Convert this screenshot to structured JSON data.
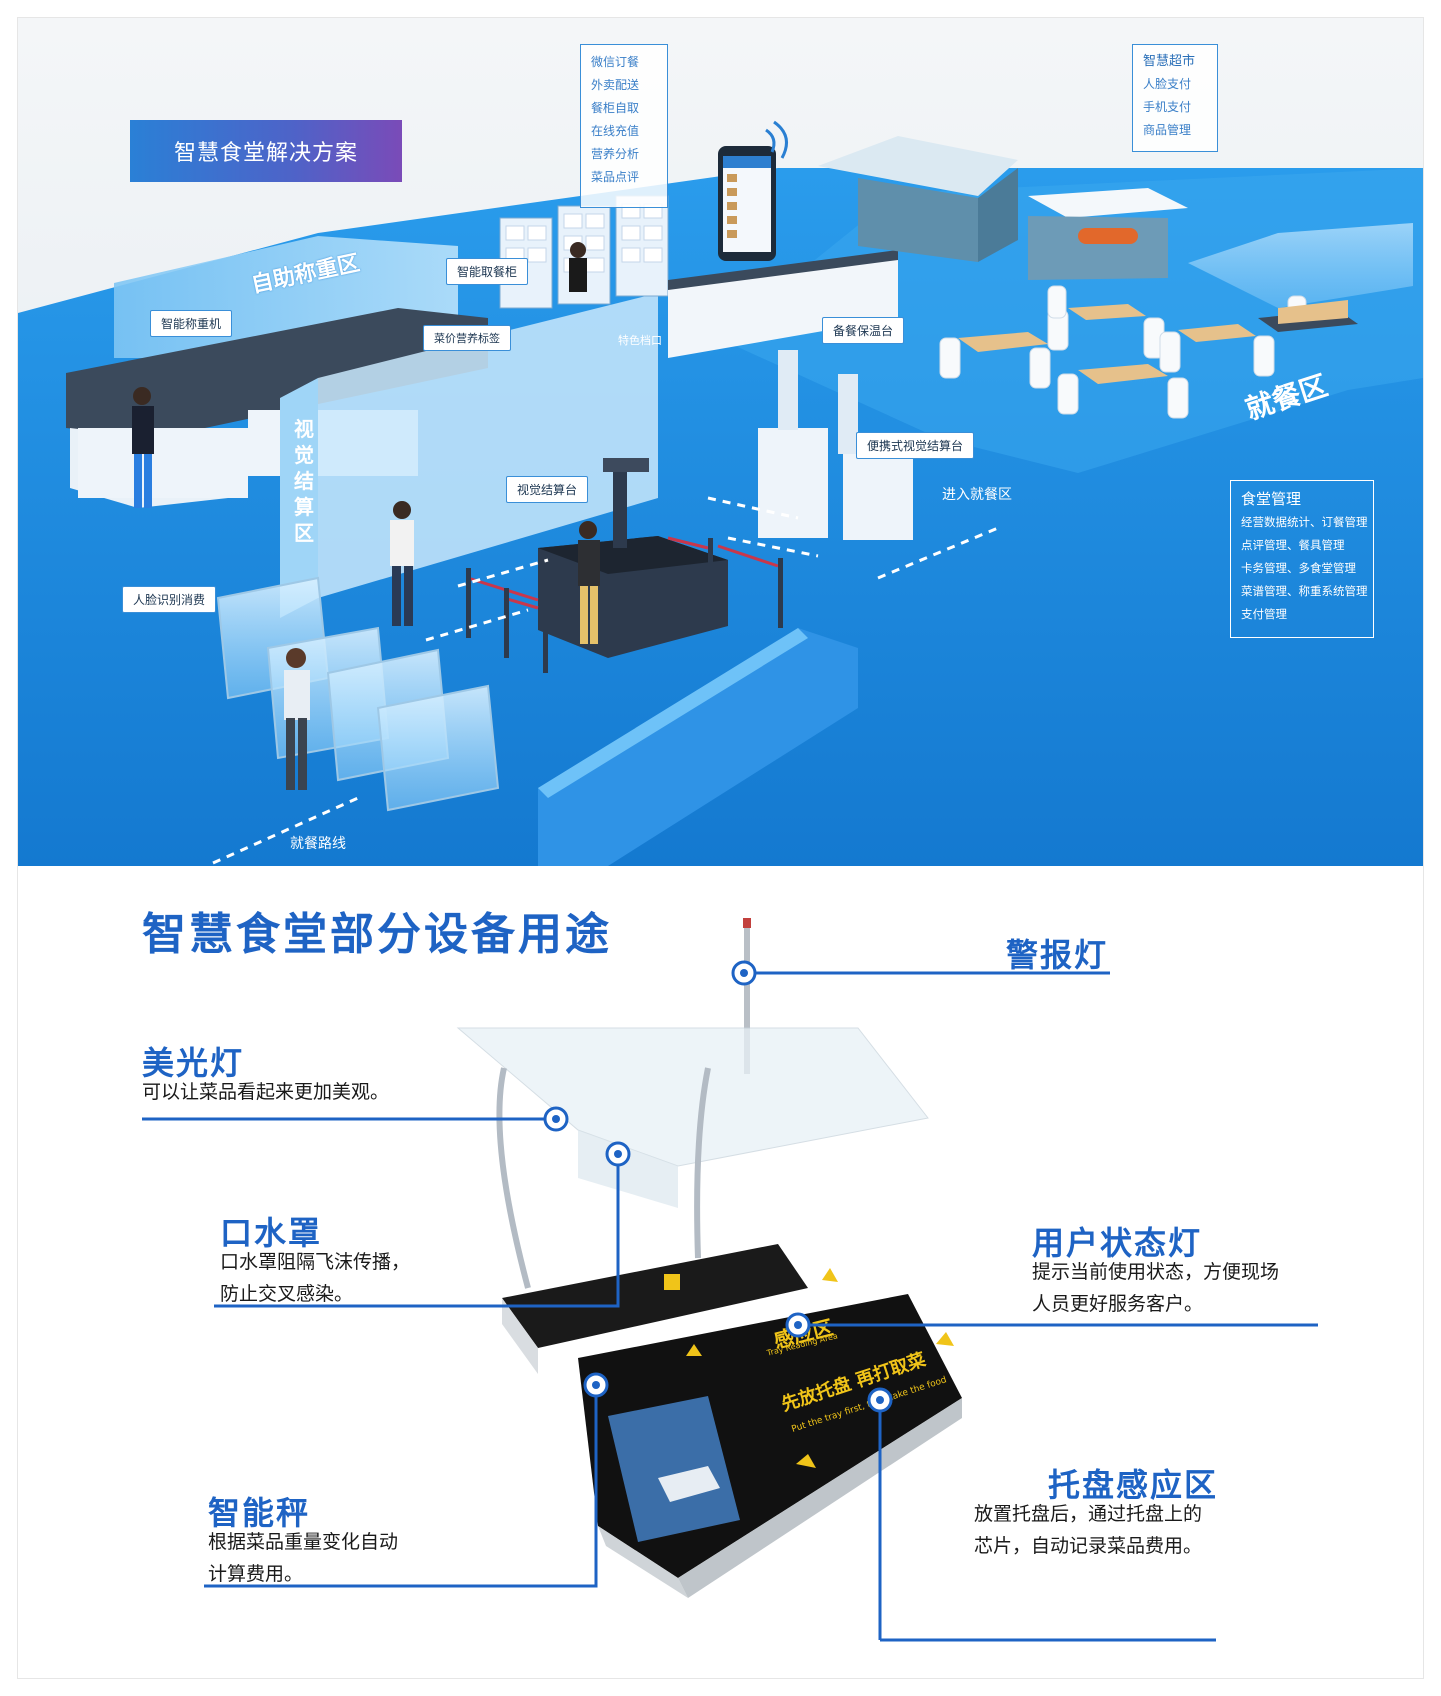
{
  "scene": {
    "banner_title": "智慧食堂解决方案",
    "wall_label": "自助称重区",
    "settle_wall_label": "视觉结算区",
    "dining_label": "就餐区",
    "tags": {
      "smart_scale": "智能称重机",
      "pickup_cabinet": "智能取餐柜",
      "price_label": "菜价营养标签",
      "special_window": "特色档口",
      "warm_table": "备餐保温台",
      "visual_checkout": "视觉结算台",
      "portable_checkout": "便携式视觉结算台",
      "face_pay": "人脸识别消费"
    },
    "floor_labels": {
      "enter_dining": "进入就餐区",
      "dining_route": "就餐路线"
    },
    "wechat_box": {
      "items": [
        "微信订餐",
        "外卖配送",
        "餐柜自取",
        "在线充值",
        "营养分析",
        "菜品点评"
      ]
    },
    "market_box": {
      "title": "智慧超市",
      "items": [
        "人脸支付",
        "手机支付",
        "商品管理"
      ]
    },
    "mgmt_box": {
      "title": "食堂管理",
      "items": [
        "经营数据统计、订餐管理",
        "点评管理、餐具管理",
        "卡务管理、多食堂管理",
        "菜谱管理、称重系统管理",
        "支付管理"
      ]
    },
    "colors": {
      "floor": "#1f8fe0",
      "accent": "#3a8fd8"
    }
  },
  "equipment": {
    "title": "智慧食堂部分设备用途",
    "alarm_light": {
      "title": "警报灯"
    },
    "beauty_light": {
      "title": "美光灯",
      "desc": "可以让菜品看起来更加美观。"
    },
    "sneeze_guard": {
      "title": "口水罩",
      "desc_line1": "口水罩阻隔飞沫传播，",
      "desc_line2": "防止交叉感染。"
    },
    "status_light": {
      "title": "用户状态灯",
      "desc_line1": "提示当前使用状态，方便现场",
      "desc_line2": "人员更好服务客户。"
    },
    "smart_scale": {
      "title": "智能秤",
      "desc_line1": "根据菜品重量变化自动",
      "desc_line2": "计算费用。"
    },
    "tray_zone": {
      "title": "托盘感应区",
      "desc_line1": "放置托盘后，通过托盘上的",
      "desc_line2": "芯片，自动记录菜品费用。"
    },
    "device_texts": {
      "sense_area": "感应区",
      "sense_area_en": "Tray Reading Area",
      "instruction": "先放托盘  再打取菜",
      "instruction_en": "Put the tray first, then take the food"
    },
    "line_color": "#1e63c4"
  }
}
